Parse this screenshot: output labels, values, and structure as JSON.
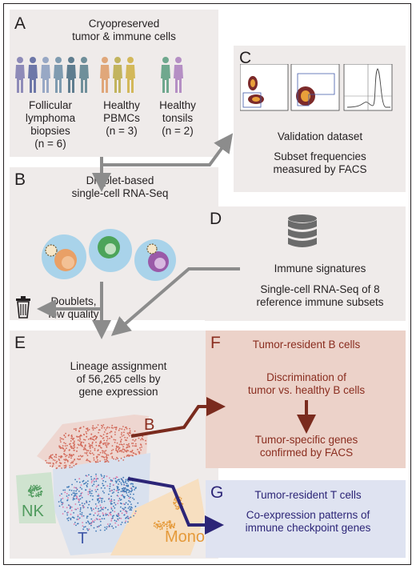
{
  "panels": {
    "A": {
      "letter": "A",
      "title": "Cryopreserved\ntumor & immune cells",
      "groups": [
        {
          "label": "Follicular\nlymphoma\nbiopsies\n(n = 6)",
          "colors": [
            "#8e8bb8",
            "#6d77a8",
            "#98a8c5",
            "#7f9bb0",
            "#5f7d8f",
            "#6f8f9a"
          ]
        },
        {
          "label": "Healthy\nPBMCs\n(n = 3)",
          "colors": [
            "#e0a77a",
            "#c2b45e",
            "#d3b85a"
          ]
        },
        {
          "label": "Healthy\ntonsils\n(n = 2)",
          "colors": [
            "#6fa88e",
            "#b58fc4"
          ]
        }
      ]
    },
    "B": {
      "letter": "B",
      "title": "Droplet-based\nsingle-cell RNA-Seq",
      "discard_label": "Doublets,\nlow quality"
    },
    "C": {
      "letter": "C",
      "title": "Validation dataset",
      "subtitle": "Subset frequencies\nmeasured by FACS"
    },
    "D": {
      "letter": "D",
      "title": "Immune signatures",
      "subtitle": "Single-cell RNA-Seq of 8\nreference immune subsets"
    },
    "E": {
      "letter": "E",
      "title": "Lineage assignment\nof 56,265 cells by\ngene expression",
      "clusters": [
        "B",
        "NK",
        "T",
        "Mono"
      ]
    },
    "F": {
      "letter": "F",
      "title": "Tumor-resident B cells",
      "step1": "Discrimination of\ntumor vs. healthy B cells",
      "step2": "Tumor-specific genes\nconfirmed by FACS"
    },
    "G": {
      "letter": "G",
      "title": "Tumor-resident T cells",
      "subtitle": "Co-expression patterns of\nimmune checkpoint genes"
    }
  },
  "colors": {
    "arrow_gray": "#8c8c8c",
    "arrow_red": "#7a2b1e",
    "arrow_blue": "#2c2577",
    "cluster_B": "#d26a5a",
    "cluster_T": "#3f78b5",
    "cluster_NK": "#4f9a5d",
    "cluster_Mono": "#e59a3a"
  }
}
